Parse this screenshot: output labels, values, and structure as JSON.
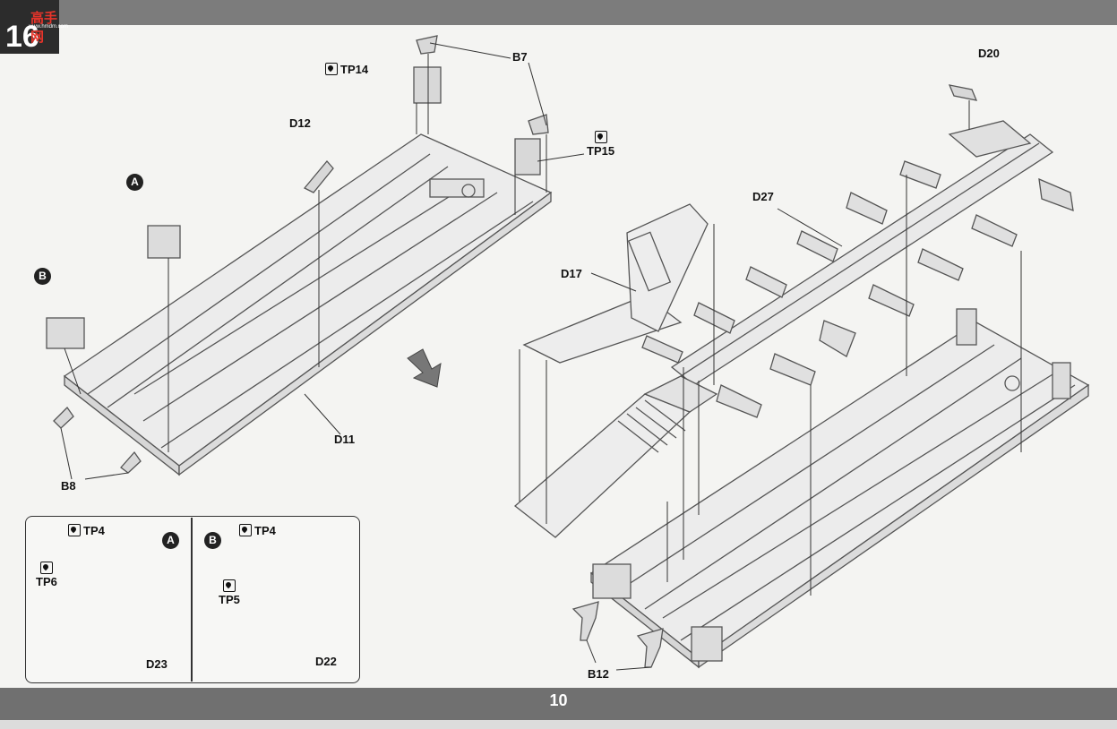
{
  "header": {
    "step_number": "16",
    "watermark_text": "高手网",
    "watermark_url": "www.hmdm.com"
  },
  "footer": {
    "page_number": "10"
  },
  "part_labels": {
    "b7": "B7",
    "tp14": "TP14",
    "tp15": "TP15",
    "d12": "D12",
    "d11": "D11",
    "b8": "B8",
    "d20": "D20",
    "d27": "D27",
    "d17": "D17",
    "b12": "B12"
  },
  "badges": {
    "a": "A",
    "b": "B"
  },
  "inset": {
    "a": {
      "badge": "A",
      "tp_top": "TP4",
      "tp_side": "TP6",
      "part": "D23"
    },
    "b": {
      "badge": "B",
      "tp_top": "TP4",
      "tp_side": "TP5",
      "part": "D22"
    }
  },
  "colors": {
    "header_bar": "#7c7c7c",
    "step_box": "#2c2c2c",
    "footer_bar": "#707070",
    "watermark_red": "#e8342a"
  }
}
